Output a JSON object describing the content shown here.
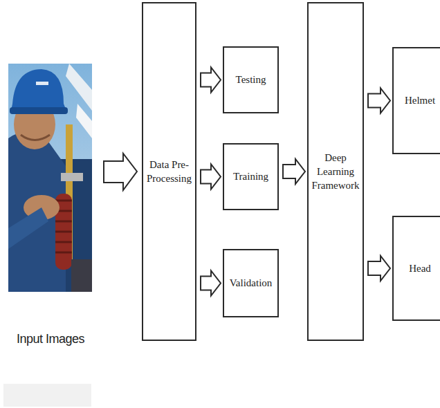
{
  "diagram": {
    "nodes": [
      {
        "text": [
          "Data Pre-Processing"
        ]
      },
      {
        "text": [
          "Testing"
        ]
      },
      {
        "text": [
          "Training"
        ]
      },
      {
        "text": [
          "Validation"
        ]
      },
      {
        "text": [
          "Deep Learning Framework"
        ]
      },
      {
        "text": [
          "Helmet"
        ]
      },
      {
        "text": [
          "Head"
        ]
      }
    ],
    "edges": [
      {
        "from": 0,
        "to": 1,
        "arrow": "to"
      },
      {
        "from": 0,
        "to": 2,
        "arrow": "to"
      },
      {
        "from": 0,
        "to": 3,
        "arrow": "to"
      },
      {
        "from": 2,
        "to": 4,
        "arrow": "to"
      },
      {
        "from": 4,
        "to": 5,
        "arrow": "to"
      },
      {
        "from": 4,
        "to": 6,
        "arrow": "to"
      }
    ],
    "labels": [
      "Input Images"
    ]
  }
}
